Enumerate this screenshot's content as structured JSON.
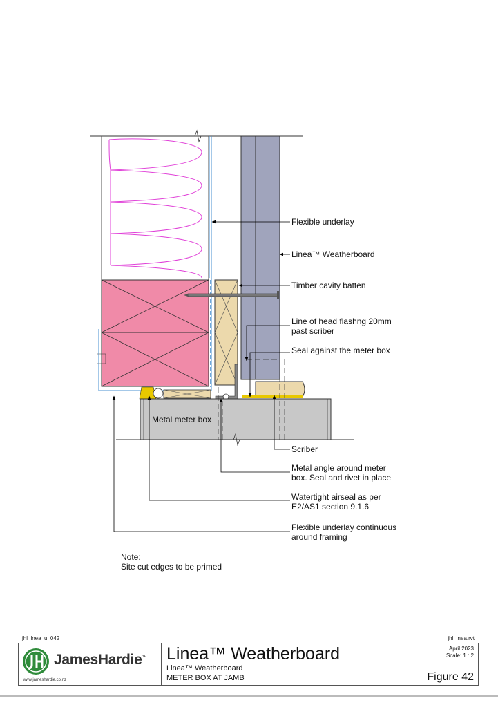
{
  "labels": {
    "flexible_underlay": "Flexible underlay",
    "linea_weatherboard": "Linea™ Weatherboard",
    "timber_cavity_batten": "Timber cavity batten",
    "head_flashing": "Line of head flashng 20mm\npast scriber",
    "seal_meter_box": "Seal against the meter box",
    "metal_meter_box": "Metal meter box",
    "scriber": "Scriber",
    "metal_angle": "Metal angle around meter\nbox. Seal and rivet in place",
    "airseal": "Watertight airseal as per\nE2/AS1 section 9.1.6",
    "underlay_continuous": "Flexible underlay continuous\naround framing"
  },
  "note": {
    "heading": "Note:",
    "text": "Site cut edges to be primed"
  },
  "file_codes": {
    "drawing_code": "jhl_lnea_u_042",
    "revit_file": "jhl_lnea.rvt"
  },
  "title_block": {
    "brand": "JamesHardie",
    "trademark": "™",
    "website": "www.jameshardie.co.nz",
    "title": "Linea™ Weatherboard",
    "subtitle": "Linea™ Weatherboard",
    "detail": "METER BOX AT JAMB",
    "date": "April 2023",
    "scale": "Scale: 1 : 2",
    "figure": "Figure 42"
  },
  "colors": {
    "insulation_line": "#e040d8",
    "framing_fill": "#f08aa8",
    "weatherboard_fill": "#a0a4bc",
    "batten_fill": "#ecd9ac",
    "meter_box_fill": "#c8c8c8",
    "sealant": "#e8c800",
    "underlay": "#4a90d0",
    "brand_green": "#2e8b3a"
  }
}
